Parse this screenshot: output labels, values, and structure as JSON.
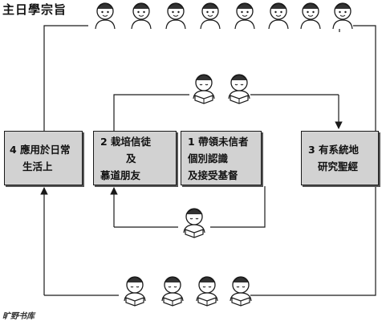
{
  "title": "主日學宗旨",
  "boxes": {
    "apply": [
      "4 應用於日常",
      "生活上"
    ],
    "train": [
      "2 栽培信徒",
      "及",
      "慕道朋友"
    ],
    "lead": [
      "1 帶領未信者",
      "個別認識",
      "及接受基督"
    ],
    "study": [
      "3 有系統地",
      "研究聖經"
    ]
  },
  "watermark": "旷野书库"
}
